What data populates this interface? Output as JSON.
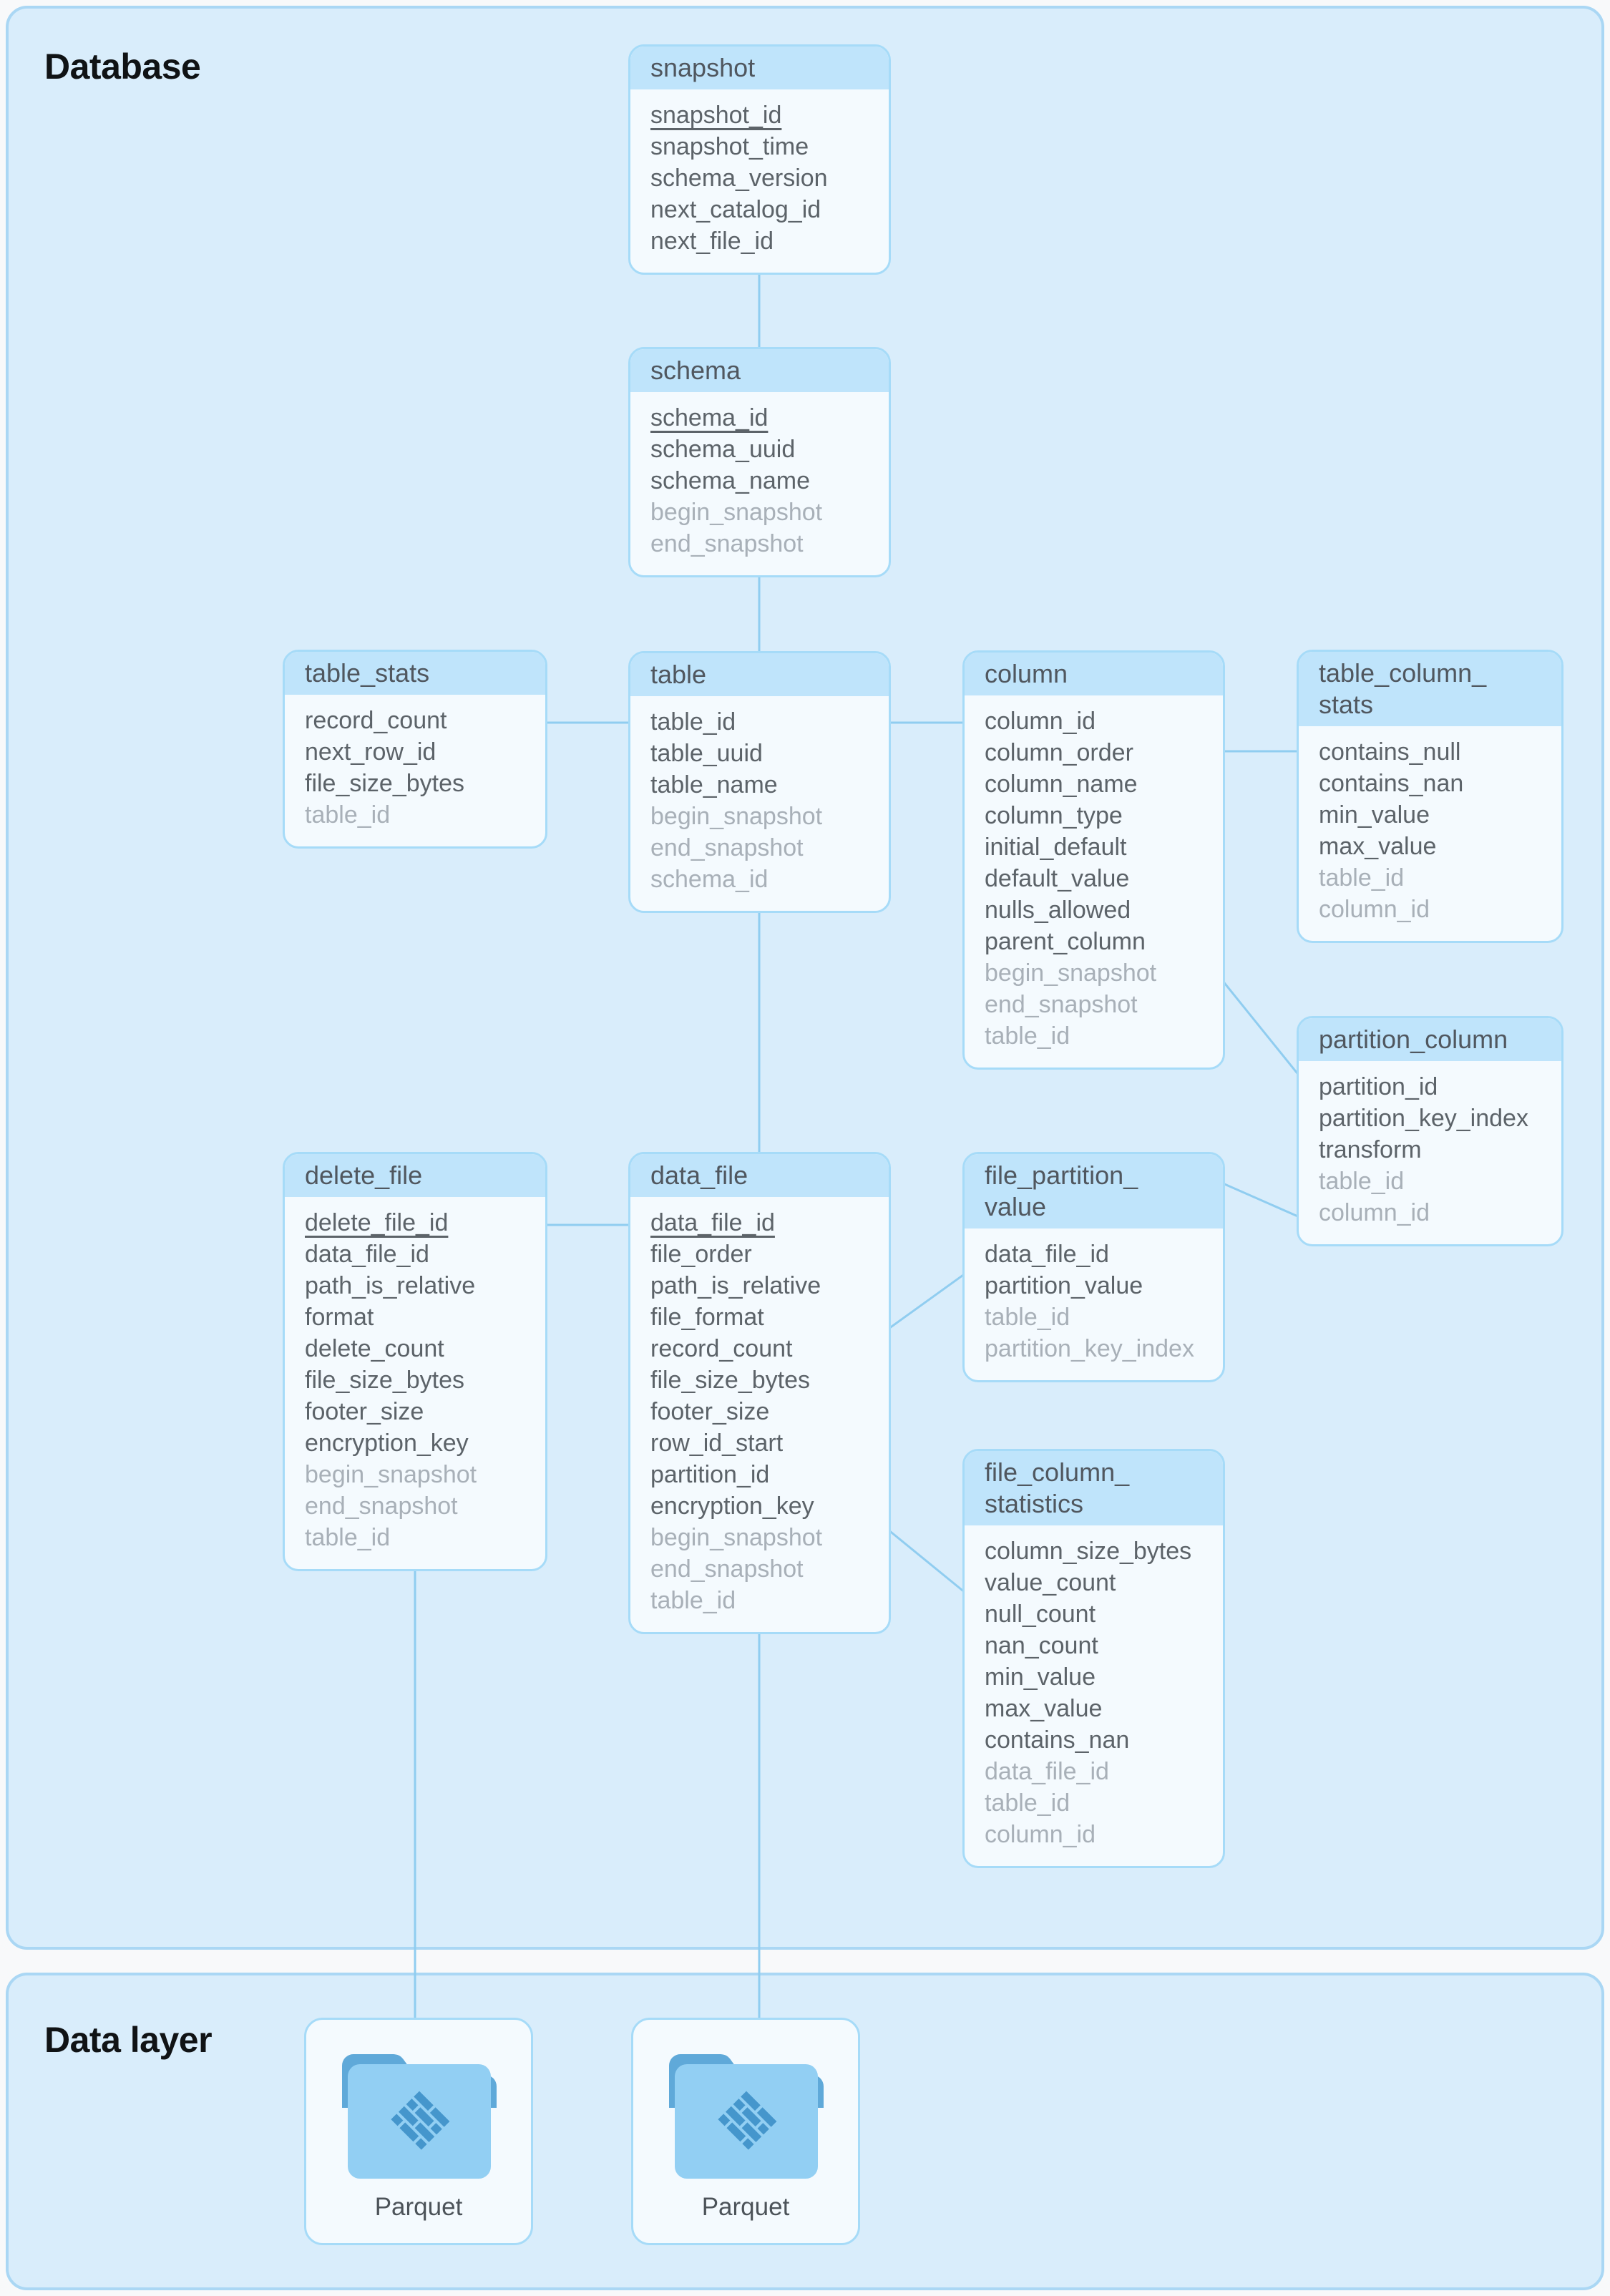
{
  "sections": {
    "database": {
      "title": "Database"
    },
    "data_layer": {
      "title": "Data layer"
    }
  },
  "colors": {
    "section_fill": "#d9edfb",
    "section_border": "#aad7f4",
    "entity_fill": "#f4fafe",
    "entity_border": "#a6dbf8",
    "entity_header_fill": "#bfe4fb",
    "field_text": "#5c6369",
    "field_text_muted": "#a8b0b8",
    "connector": "#90cdf0",
    "folder_back": "#5fa9d9",
    "folder_front": "#92cff3",
    "folder_logo": "#4596cc"
  },
  "entities": [
    {
      "id": "snapshot",
      "title_lines": [
        "snapshot"
      ],
      "fields": [
        {
          "name": "snapshot_id",
          "pk": true
        },
        {
          "name": "snapshot_time"
        },
        {
          "name": "schema_version"
        },
        {
          "name": "next_catalog_id"
        },
        {
          "name": "next_file_id"
        }
      ]
    },
    {
      "id": "schema",
      "title_lines": [
        "schema"
      ],
      "fields": [
        {
          "name": "schema_id",
          "pk": true
        },
        {
          "name": "schema_uuid"
        },
        {
          "name": "schema_name"
        },
        {
          "name": "begin_snapshot",
          "muted": true
        },
        {
          "name": "end_snapshot",
          "muted": true
        }
      ]
    },
    {
      "id": "table_stats",
      "title_lines": [
        "table_stats"
      ],
      "fields": [
        {
          "name": "record_count"
        },
        {
          "name": "next_row_id"
        },
        {
          "name": "file_size_bytes"
        },
        {
          "name": "table_id",
          "muted": true
        }
      ]
    },
    {
      "id": "table",
      "title_lines": [
        "table"
      ],
      "fields": [
        {
          "name": "table_id"
        },
        {
          "name": "table_uuid"
        },
        {
          "name": "table_name"
        },
        {
          "name": "begin_snapshot",
          "muted": true
        },
        {
          "name": "end_snapshot",
          "muted": true
        },
        {
          "name": "schema_id",
          "muted": true
        }
      ]
    },
    {
      "id": "column",
      "title_lines": [
        "column"
      ],
      "fields": [
        {
          "name": "column_id"
        },
        {
          "name": "column_order"
        },
        {
          "name": "column_name"
        },
        {
          "name": "column_type"
        },
        {
          "name": "initial_default"
        },
        {
          "name": "default_value"
        },
        {
          "name": "nulls_allowed"
        },
        {
          "name": "parent_column"
        },
        {
          "name": "begin_snapshot",
          "muted": true
        },
        {
          "name": "end_snapshot",
          "muted": true
        },
        {
          "name": "table_id",
          "muted": true
        }
      ]
    },
    {
      "id": "table_column_stats",
      "title_lines": [
        "table_column_",
        "stats"
      ],
      "fields": [
        {
          "name": "contains_null"
        },
        {
          "name": "contains_nan"
        },
        {
          "name": "min_value"
        },
        {
          "name": "max_value"
        },
        {
          "name": "table_id",
          "muted": true
        },
        {
          "name": "column_id",
          "muted": true
        }
      ]
    },
    {
      "id": "partition_column",
      "title_lines": [
        "partition_column"
      ],
      "fields": [
        {
          "name": "partition_id"
        },
        {
          "name": "partition_key_index"
        },
        {
          "name": "transform"
        },
        {
          "name": "table_id",
          "muted": true
        },
        {
          "name": "column_id",
          "muted": true
        }
      ]
    },
    {
      "id": "delete_file",
      "title_lines": [
        "delete_file"
      ],
      "fields": [
        {
          "name": "delete_file_id",
          "pk": true
        },
        {
          "name": "data_file_id"
        },
        {
          "name": "path_is_relative"
        },
        {
          "name": "format"
        },
        {
          "name": "delete_count"
        },
        {
          "name": "file_size_bytes"
        },
        {
          "name": "footer_size"
        },
        {
          "name": "encryption_key"
        },
        {
          "name": "begin_snapshot",
          "muted": true
        },
        {
          "name": "end_snapshot",
          "muted": true
        },
        {
          "name": "table_id",
          "muted": true
        }
      ]
    },
    {
      "id": "data_file",
      "title_lines": [
        "data_file"
      ],
      "fields": [
        {
          "name": "data_file_id",
          "pk": true
        },
        {
          "name": "file_order"
        },
        {
          "name": "path_is_relative"
        },
        {
          "name": "file_format"
        },
        {
          "name": "record_count"
        },
        {
          "name": "file_size_bytes"
        },
        {
          "name": "footer_size"
        },
        {
          "name": "row_id_start"
        },
        {
          "name": "partition_id"
        },
        {
          "name": "encryption_key"
        },
        {
          "name": "begin_snapshot",
          "muted": true
        },
        {
          "name": "end_snapshot",
          "muted": true
        },
        {
          "name": "table_id",
          "muted": true
        }
      ]
    },
    {
      "id": "file_partition_value",
      "title_lines": [
        "file_partition_",
        "value"
      ],
      "fields": [
        {
          "name": "data_file_id"
        },
        {
          "name": "partition_value"
        },
        {
          "name": "table_id",
          "muted": true
        },
        {
          "name": "partition_key_index",
          "muted": true
        }
      ]
    },
    {
      "id": "file_column_statistics",
      "title_lines": [
        "file_column_",
        "statistics"
      ],
      "fields": [
        {
          "name": "column_size_bytes"
        },
        {
          "name": "value_count"
        },
        {
          "name": "null_count"
        },
        {
          "name": "nan_count"
        },
        {
          "name": "min_value"
        },
        {
          "name": "max_value"
        },
        {
          "name": "contains_nan"
        },
        {
          "name": "data_file_id",
          "muted": true
        },
        {
          "name": "table_id",
          "muted": true
        },
        {
          "name": "column_id",
          "muted": true
        }
      ]
    }
  ],
  "relationships": [
    {
      "from": "snapshot",
      "to": "schema"
    },
    {
      "from": "schema",
      "to": "table"
    },
    {
      "from": "table_stats",
      "to": "table"
    },
    {
      "from": "table",
      "to": "column"
    },
    {
      "from": "column",
      "to": "table_column_stats"
    },
    {
      "from": "column",
      "to": "partition_column"
    },
    {
      "from": "table",
      "to": "data_file"
    },
    {
      "from": "delete_file",
      "to": "data_file"
    },
    {
      "from": "data_file",
      "to": "file_partition_value"
    },
    {
      "from": "data_file",
      "to": "file_column_statistics"
    },
    {
      "from": "file_partition_value",
      "to": "partition_column"
    },
    {
      "from": "delete_file",
      "to": "parquet_1"
    },
    {
      "from": "data_file",
      "to": "parquet_2"
    }
  ],
  "data_layer": {
    "folders": [
      {
        "id": "parquet_1",
        "label": "Parquet"
      },
      {
        "id": "parquet_2",
        "label": "Parquet"
      }
    ]
  }
}
